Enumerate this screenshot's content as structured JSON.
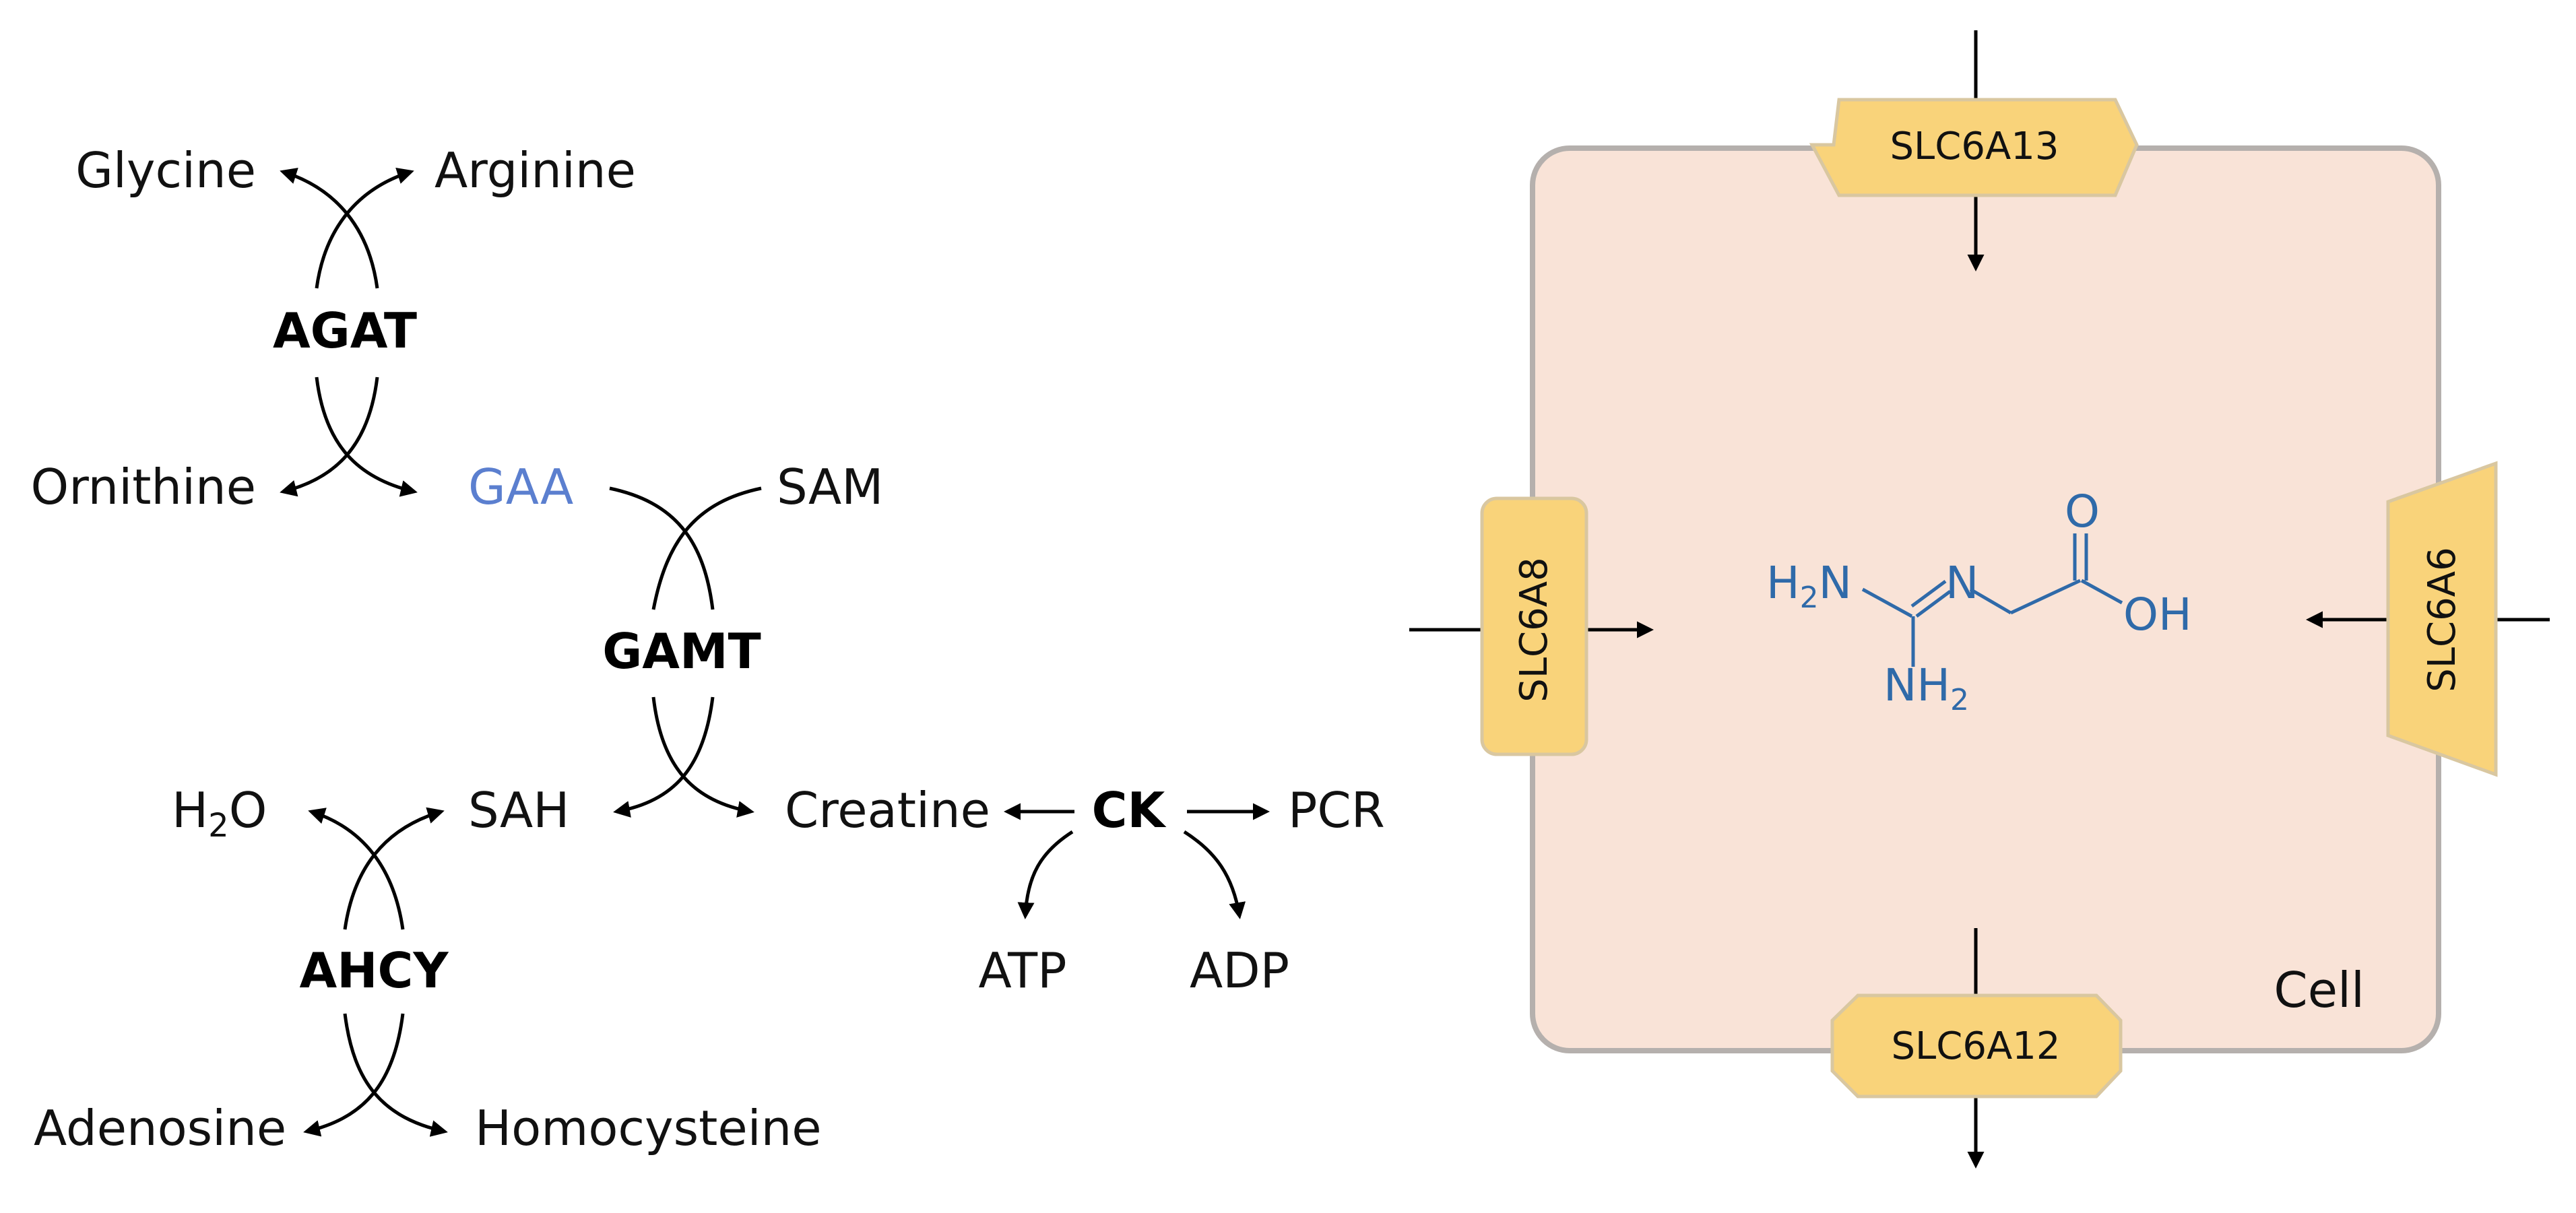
{
  "colors": {
    "text": "#111111",
    "highlight": "#5b7fcf",
    "molecule": "#2f6aa9",
    "cell_fill": "#f9e3d7",
    "cell_border": "#b5b0ad",
    "transporter_fill": "#f9d37a",
    "transporter_border": "#d9c7a0"
  },
  "pathway": {
    "agat": {
      "enzyme": "AGAT",
      "glycine": "Glycine",
      "arginine": "Arginine",
      "ornithine": "Ornithine",
      "gaa": "GAA"
    },
    "gamt": {
      "enzyme": "GAMT",
      "sam": "SAM",
      "sah": "SAH",
      "creatine": "Creatine"
    },
    "ahcy": {
      "enzyme": "AHCY",
      "water": "H",
      "water_sub": "2",
      "water_end": "O",
      "adenosine": "Adenosine",
      "homocysteine": "Homocysteine"
    },
    "ck": {
      "enzyme": "CK",
      "pcr": "PCR",
      "atp": "ATP",
      "adp": "ADP"
    }
  },
  "cell": {
    "label": "Cell",
    "transporters": {
      "top": "SLC6A13",
      "bottom": "SLC6A12",
      "left": "SLC6A8",
      "right": "SLC6A6"
    },
    "molecule": {
      "h2n_h": "H",
      "h2n_sub": "2",
      "h2n_n": "N",
      "n": "N",
      "o": "O",
      "oh": "OH",
      "nh2_nh": "NH",
      "nh2_sub": "2"
    }
  }
}
